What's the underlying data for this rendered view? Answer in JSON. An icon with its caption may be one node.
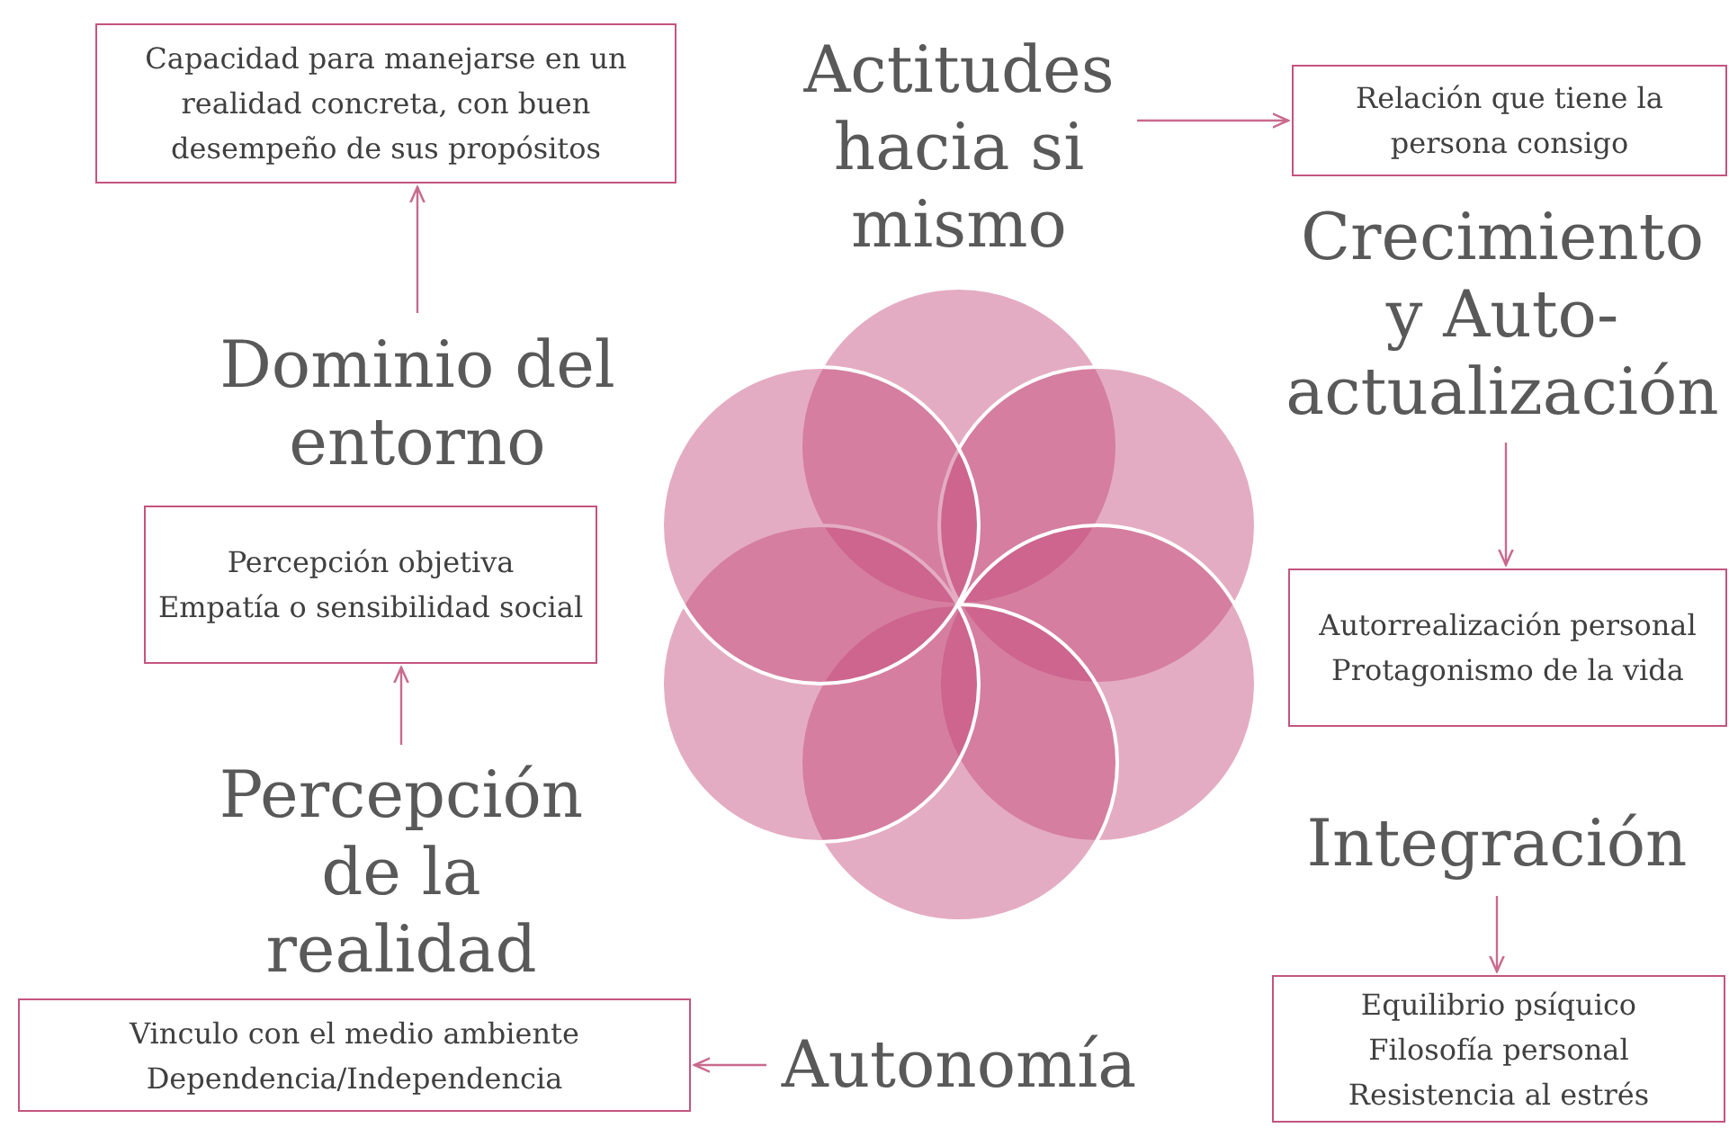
{
  "diagram": {
    "nodes": [
      {
        "text": [
          "Actitudes hacia si mismo"
        ]
      },
      {
        "text": [
          "Relación que tiene la persona consigo"
        ]
      },
      {
        "text": [
          "Crecimiento y Auto-actualización"
        ]
      },
      {
        "text": [
          "Autorrealización personal",
          "Protagonismo de la vida"
        ]
      },
      {
        "text": [
          "Integración"
        ]
      },
      {
        "text": [
          "Equilibrio psíquico",
          "Filosofía personal",
          "Resistencia al estrés"
        ]
      },
      {
        "text": [
          "Autonomía"
        ]
      },
      {
        "text": [
          "Vinculo con el medio ambiente",
          "Dependencia/Independencia"
        ]
      },
      {
        "text": [
          "Percepción de la realidad"
        ]
      },
      {
        "text": [
          "Percepción objetiva",
          "Empatía o sensibilidad social"
        ]
      },
      {
        "text": [
          "Dominio del entorno"
        ]
      },
      {
        "text": [
          "Capacidad para manejarse en un realidad concreta, con buen desempeño de sus propósitos"
        ]
      }
    ],
    "edges": [
      {
        "from": 0,
        "to": 1,
        "arrow": "to"
      },
      {
        "from": 2,
        "to": 3,
        "arrow": "to"
      },
      {
        "from": 4,
        "to": 5,
        "arrow": "to"
      },
      {
        "from": 6,
        "to": 7,
        "arrow": "to"
      },
      {
        "from": 8,
        "to": 9,
        "arrow": "to"
      },
      {
        "from": 10,
        "to": 11,
        "arrow": "to"
      }
    ]
  }
}
